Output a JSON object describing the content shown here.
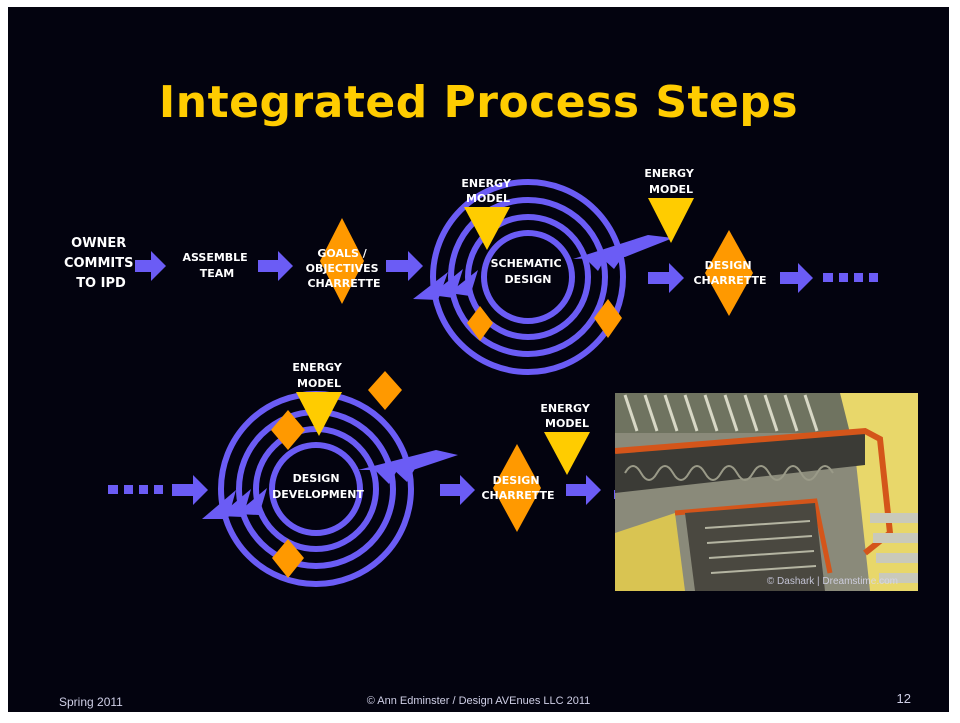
{
  "title": "Integrated Process Steps",
  "steps": {
    "owner": [
      "OWNER",
      "COMMITS",
      "TO IPD"
    ],
    "assemble": [
      "ASSEMBLE",
      "TEAM"
    ],
    "goals": [
      "GOALS /",
      "OBJECTIVES",
      "CHARRETTE"
    ],
    "schematic": [
      "SCHEMATIC",
      "DESIGN"
    ],
    "energy_model": [
      "ENERGY",
      "MODEL"
    ],
    "design_charrette": [
      "DESIGN",
      "CHARRETTE"
    ],
    "design_development": [
      "DESIGN",
      "DEVELOPMENT"
    ]
  },
  "photo_credit": "© Dashark | Dreamstime.com",
  "footer": {
    "left": "Spring 2011",
    "center": "© Ann Edminster / Design AVEnues LLC 2011",
    "page": "12"
  },
  "colors": {
    "background": "#03030f",
    "title": "#ffcc00",
    "arrow": "#6b5cf5",
    "diamond": "#ff9900",
    "triangle": "#ffcc00"
  }
}
